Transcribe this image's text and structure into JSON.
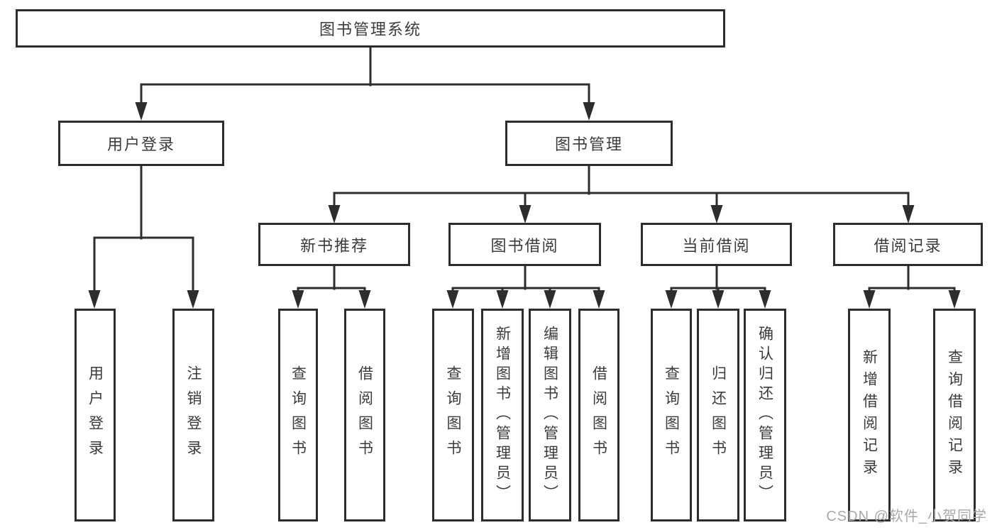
{
  "diagram": {
    "root": {
      "label": "图书管理系统",
      "children": [
        {
          "label": "用户登录",
          "children": [
            {
              "label": "用户登录"
            },
            {
              "label": "注销登录"
            }
          ]
        },
        {
          "label": "图书管理",
          "children": [
            {
              "label": "新书推荐",
              "children": [
                {
                  "label": "查询图书"
                },
                {
                  "label": "借阅图书"
                }
              ]
            },
            {
              "label": "图书借阅",
              "children": [
                {
                  "label": "查询图书"
                },
                {
                  "label": "新增图书（管理员）"
                },
                {
                  "label": "编辑图书（管理员）"
                },
                {
                  "label": "借阅图书"
                }
              ]
            },
            {
              "label": "当前借阅",
              "children": [
                {
                  "label": "查询图书"
                },
                {
                  "label": "归还图书"
                },
                {
                  "label": "确认归还（管理员）"
                }
              ]
            },
            {
              "label": "借阅记录",
              "children": [
                {
                  "label": "新增借阅记录"
                },
                {
                  "label": "查询借阅记录"
                }
              ]
            }
          ]
        }
      ]
    },
    "line_color": "#2d2d2d",
    "box_background": "#ffffff"
  },
  "watermark": {
    "text": "CSDN @软件_小贺同学"
  }
}
